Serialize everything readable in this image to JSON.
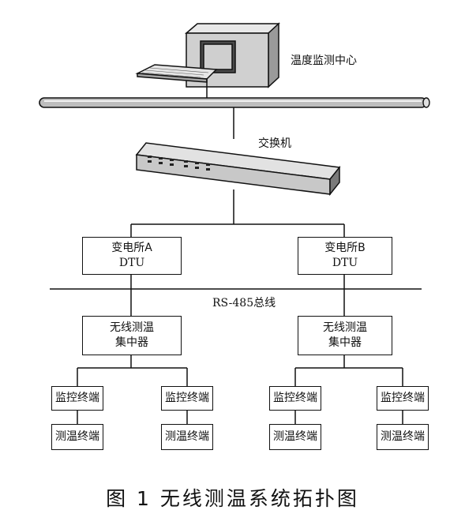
{
  "monitor_center": {
    "label": "温度监测中心"
  },
  "switch": {
    "label": "交换机"
  },
  "bus": {
    "label": "RS-485总线"
  },
  "substations": [
    {
      "line1": "变电所A",
      "line2": "DTU"
    },
    {
      "line1": "变电所B",
      "line2": "DTU"
    }
  ],
  "concentrators": [
    {
      "line1": "无线测温",
      "line2": "集中器"
    },
    {
      "line1": "无线测温",
      "line2": "集中器"
    }
  ],
  "terminals": {
    "monitor_label": "监控终端",
    "measure_label": "测温终端"
  },
  "caption": "图 1 无线测温系统拓扑图"
}
